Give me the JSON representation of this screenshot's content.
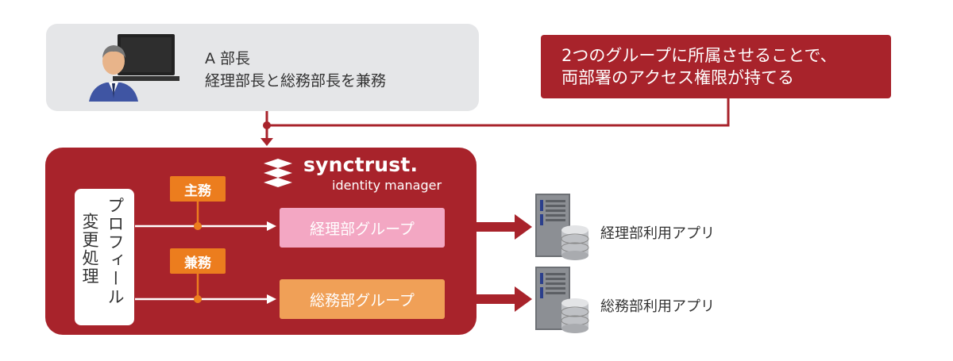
{
  "user": {
    "line1": "A 部長",
    "line2": "経理部長と総務部長を兼務"
  },
  "callout": {
    "line1": "2つのグループに所属させることで、",
    "line2": "両部署のアクセス権限が持てる"
  },
  "logo": {
    "name": "synctrust.",
    "subtitle": "identity manager"
  },
  "profile_box": {
    "col1": "プロフィール",
    "col2": "変更処理"
  },
  "roles": {
    "primary": "主務",
    "secondary": "兼務"
  },
  "groups": {
    "accounting": "経理部グループ",
    "general": "総務部グループ"
  },
  "apps": {
    "accounting": "経理部利用アプリ",
    "general": "総務部利用アプリ"
  },
  "colors": {
    "brand_red": "#a8232b",
    "orange": "#ec7d1e",
    "pink_group": "#f3a7c3",
    "orange_group": "#f0a057",
    "panel_gray": "#e5e6e8"
  }
}
